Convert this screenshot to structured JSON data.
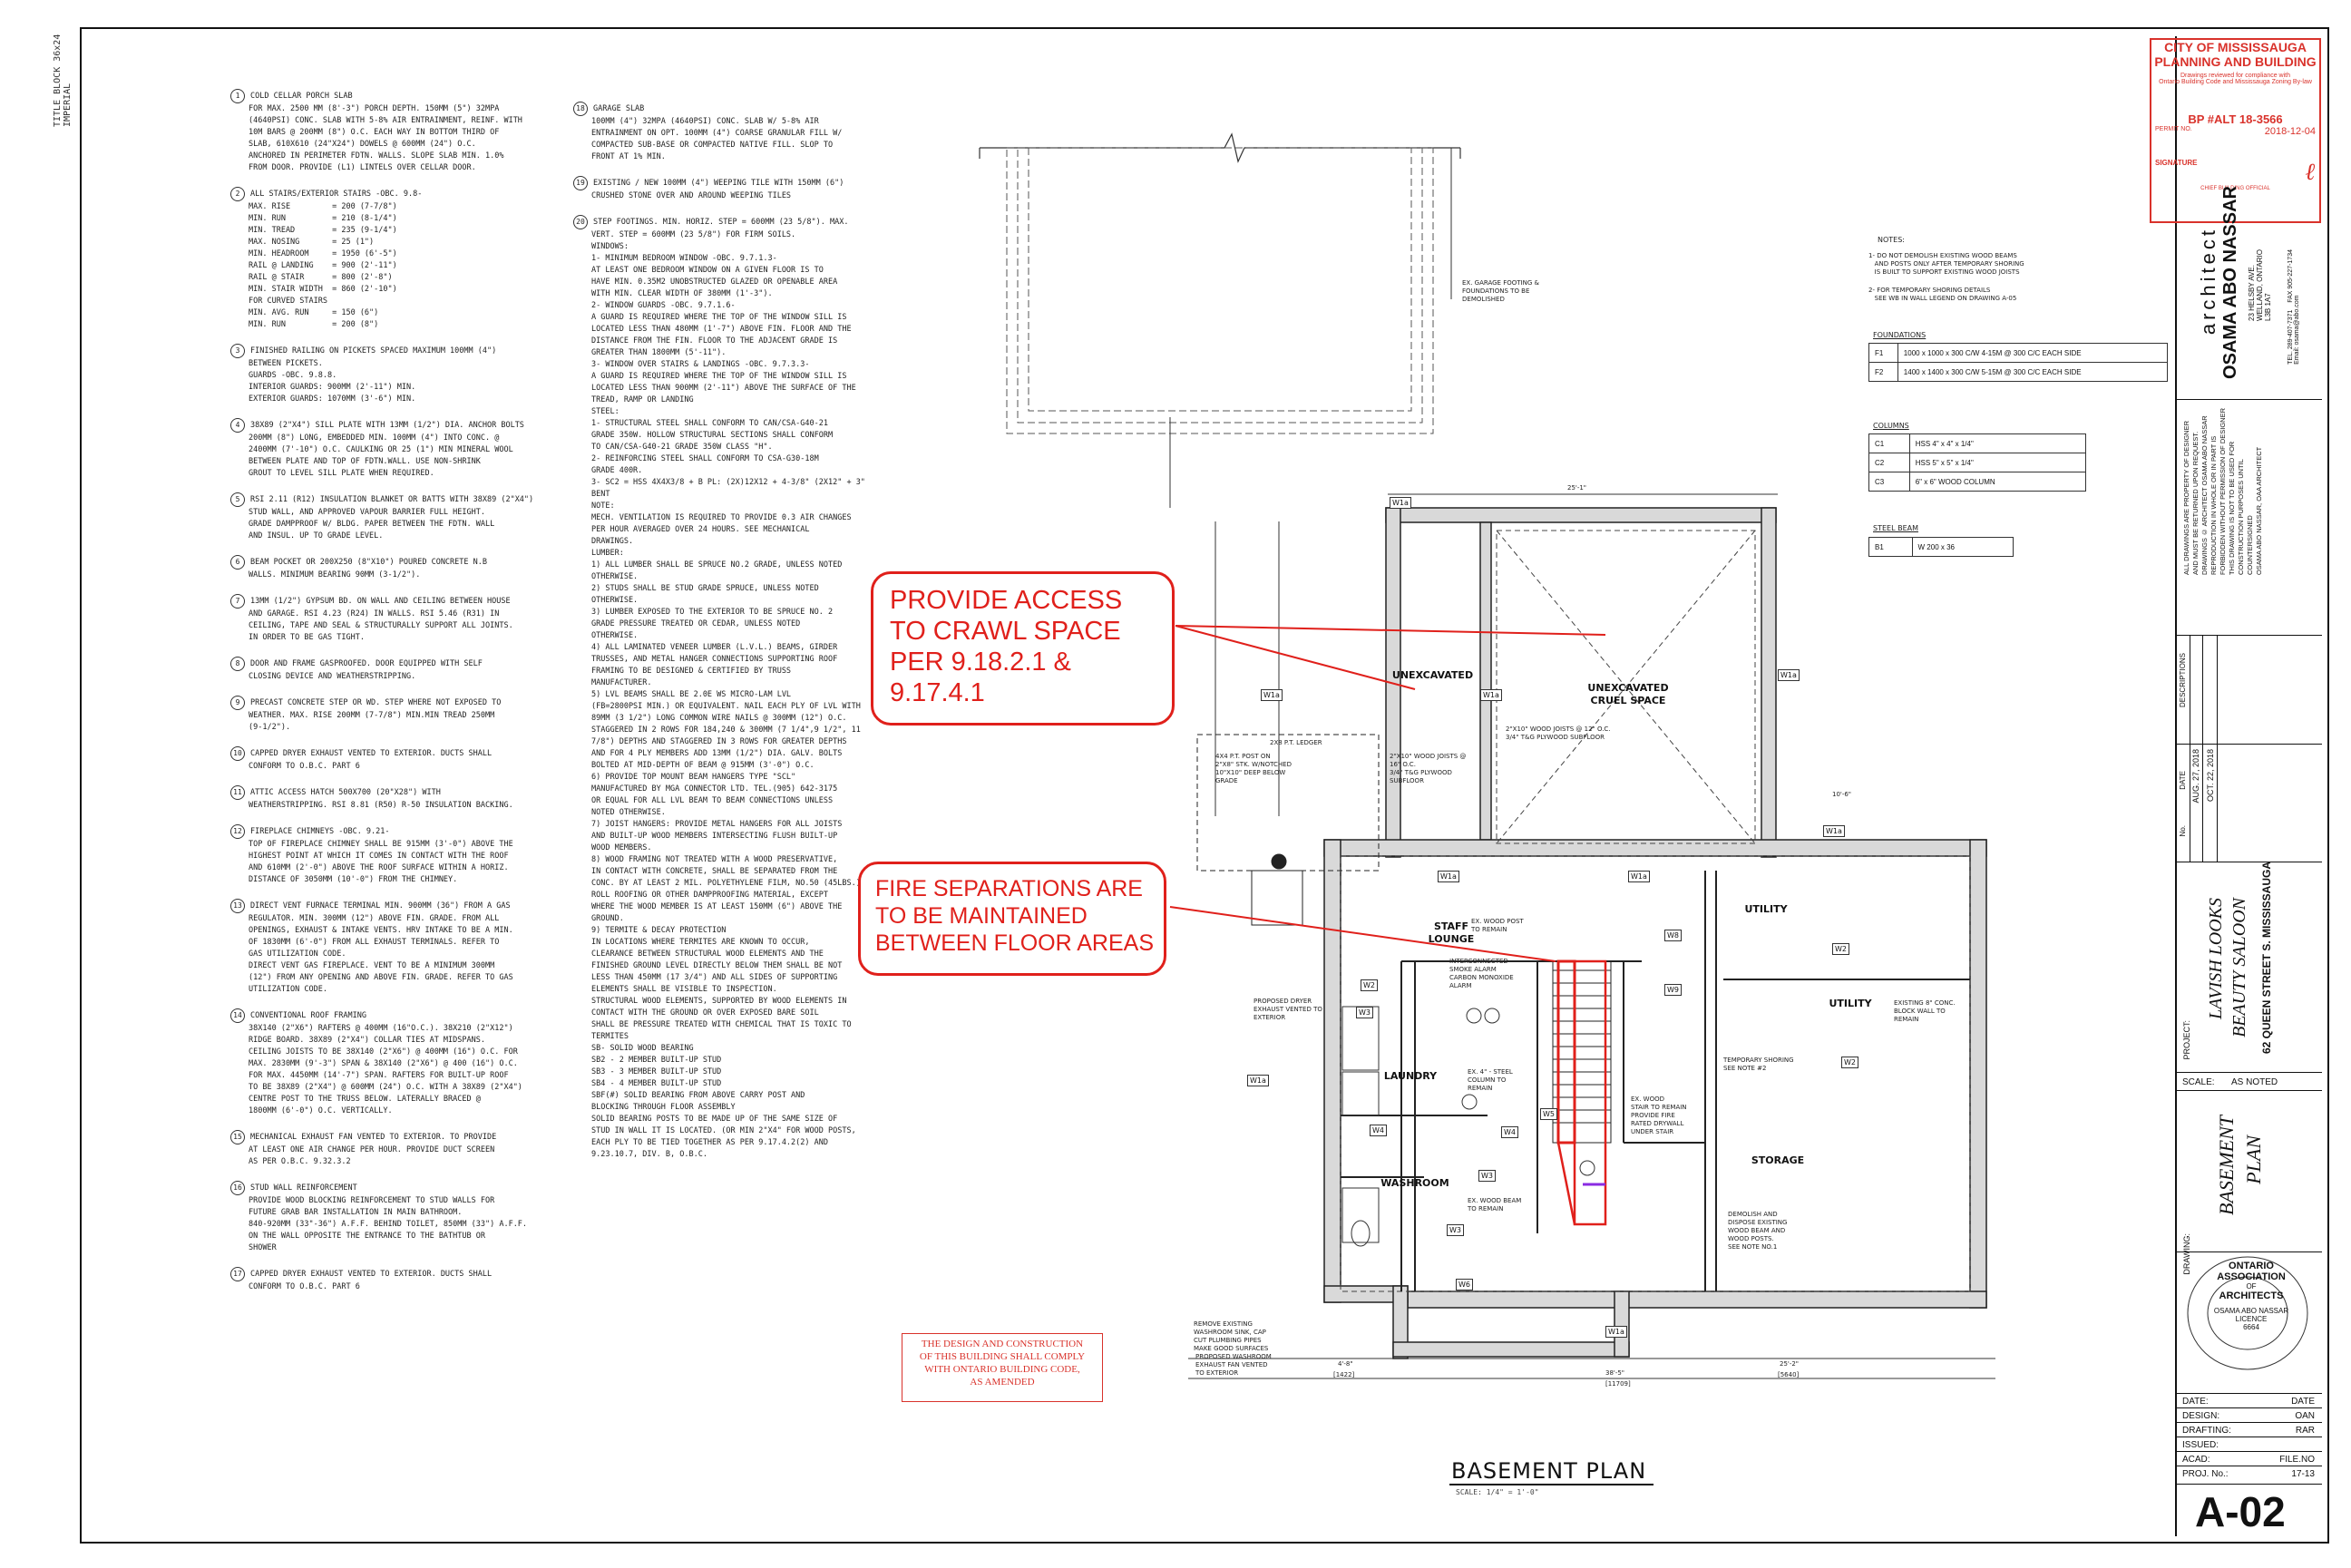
{
  "side_strip": "TITLE BLOCK 36x24 IMPERIAL",
  "notes_col1": [
    {
      "n": "1",
      "lines": [
        "COLD CELLAR PORCH SLAB",
        "FOR MAX. 2500 MM (8'-3\") PORCH DEPTH. 150MM (5\") 32MPA",
        "(4640PSI) CONC. SLAB WITH 5-8% AIR ENTRAINMENT, REINF. WITH",
        "10M BARS @ 200MM (8\") O.C. EACH WAY IN BOTTOM THIRD OF",
        "SLAB, 610X610 (24\"X24\") DOWELS @ 600MM (24\") O.C.",
        "ANCHORED IN PERIMETER FDTN. WALLS. SLOPE SLAB MIN. 1.0%",
        "FROM DOOR. PROVIDE (L1) LINTELS OVER CELLAR DOOR."
      ]
    },
    {
      "n": "2",
      "lines": [
        "ALL STAIRS/EXTERIOR STAIRS -OBC. 9.8-",
        "MAX. RISE         = 200 (7-7/8\")",
        "MIN. RUN          = 210 (8-1/4\")",
        "MIN. TREAD        = 235 (9-1/4\")",
        "MAX. NOSING       = 25 (1\")",
        "MIN. HEADROOM     = 1950 (6'-5\")",
        "RAIL @ LANDING    = 900 (2'-11\")",
        "RAIL @ STAIR      = 800 (2'-8\")",
        "MIN. STAIR WIDTH  = 860 (2'-10\")",
        "",
        "FOR CURVED STAIRS",
        "MIN. AVG. RUN     = 150 (6\")",
        "MIN. RUN          = 200 (8\")"
      ]
    },
    {
      "n": "3",
      "lines": [
        "FINISHED RAILING ON PICKETS SPACED MAXIMUM 100MM (4\")",
        "BETWEEN PICKETS.",
        "GUARDS -OBC. 9.8.8.",
        "INTERIOR GUARDS: 900MM (2'-11\") MIN.",
        "EXTERIOR GUARDS: 1070MM (3'-6\") MIN."
      ]
    },
    {
      "n": "4",
      "lines": [
        "38X89 (2\"X4\") SILL PLATE WITH 13MM (1/2\") DIA. ANCHOR BOLTS",
        "200MM (8\") LONG, EMBEDDED MIN. 100MM (4\") INTO CONC. @",
        "2400MM (7'-10\") O.C. CAULKING OR 25 (1\") MIN MINERAL WOOL",
        "BETWEEN PLATE AND TOP OF FDTN.WALL. USE NON-SHRINK",
        "GROUT TO LEVEL SILL PLATE WHEN REQUIRED."
      ]
    },
    {
      "n": "5",
      "lines": [
        "RSI 2.11 (R12) INSULATION BLANKET OR BATTS WITH 38X89 (2\"X4\")",
        "STUD WALL, AND APPROVED VAPOUR BARRIER FULL HEIGHT.",
        "GRADE DAMPPROOF W/ BLDG. PAPER BETWEEN THE FDTN. WALL",
        "AND INSUL. UP TO GRADE LEVEL."
      ]
    },
    {
      "n": "6",
      "lines": [
        "BEAM POCKET OR 200X250 (8\"X10\") POURED CONCRETE N.B",
        "WALLS. MINIMUM BEARING 90MM (3-1/2\")."
      ]
    },
    {
      "n": "7",
      "lines": [
        "13MM (1/2\") GYPSUM BD. ON WALL AND CEILING BETWEEN HOUSE",
        "AND GARAGE. RSI 4.23 (R24) IN WALLS. RSI 5.46 (R31) IN",
        "CEILING, TAPE AND SEAL & STRUCTURALLY SUPPORT ALL JOINTS.",
        "IN ORDER TO BE GAS TIGHT."
      ]
    },
    {
      "n": "8",
      "lines": [
        "DOOR AND FRAME GASPROOFED. DOOR EQUIPPED WITH SELF",
        "CLOSING DEVICE AND WEATHERSTRIPPING."
      ]
    },
    {
      "n": "9",
      "lines": [
        "PRECAST CONCRETE STEP OR WD. STEP WHERE NOT EXPOSED TO",
        "WEATHER. MAX. RISE 200MM (7-7/8\") MIN.MIN TREAD 250MM",
        "(9-1/2\")."
      ]
    },
    {
      "n": "10",
      "lines": [
        "CAPPED DRYER EXHAUST VENTED TO EXTERIOR. DUCTS SHALL",
        "CONFORM TO O.B.C. PART 6"
      ]
    },
    {
      "n": "11",
      "lines": [
        "ATTIC ACCESS HATCH 500X700 (20\"X28\") WITH",
        "WEATHERSTRIPPING. RSI 8.81 (R50) R-50 INSULATION BACKING."
      ]
    },
    {
      "n": "12",
      "lines": [
        "FIREPLACE CHIMNEYS -OBC. 9.21-",
        "TOP OF FIREPLACE CHIMNEY SHALL BE 915MM (3'-0\") ABOVE THE",
        "HIGHEST POINT AT WHICH IT COMES IN CONTACT WITH THE ROOF",
        "AND 610MM (2'-0\") ABOVE THE ROOF SURFACE WITHIN A HORIZ.",
        "DISTANCE OF 3050MM (10'-0\") FROM THE CHIMNEY."
      ]
    },
    {
      "n": "13",
      "lines": [
        "DIRECT VENT FURNACE TERMINAL MIN. 900MM (36\") FROM A GAS",
        "REGULATOR. MIN. 300MM (12\") ABOVE FIN. GRADE. FROM ALL",
        "OPENINGS, EXHAUST & INTAKE VENTS. HRV INTAKE TO BE A MIN.",
        "OF 1830MM (6'-0\") FROM ALL EXHAUST TERMINALS. REFER TO",
        "GAS UTILIZATION CODE.",
        "",
        "DIRECT VENT GAS FIREPLACE. VENT TO BE A MINIMUM 300MM",
        "(12\") FROM ANY OPENING AND ABOVE FIN. GRADE. REFER TO GAS",
        "UTILIZATION CODE."
      ]
    },
    {
      "n": "14",
      "lines": [
        "CONVENTIONAL ROOF FRAMING",
        "38X140 (2\"X6\") RAFTERS @ 400MM (16\"O.C.). 38X210 (2\"X12\")",
        "RIDGE BOARD. 38X89 (2\"X4\") COLLAR TIES AT MIDSPANS.",
        "CEILING JOISTS TO BE 38X140 (2\"X6\") @ 400MM (16\") O.C. FOR",
        "MAX. 2830MM (9'-3\") SPAN & 38X140 (2\"X6\") @ 400 (16\") O.C.",
        "FOR MAX. 4450MM (14'-7\") SPAN. RAFTERS FOR BUILT-UP ROOF",
        "TO BE 38X89 (2\"X4\") @ 600MM (24\") O.C. WITH A 38X89 (2\"X4\")",
        "CENTRE POST TO THE TRUSS BELOW. LATERALLY BRACED @",
        "1800MM (6'-0\") O.C. VERTICALLY."
      ]
    },
    {
      "n": "15",
      "lines": [
        "MECHANICAL EXHAUST FAN VENTED TO EXTERIOR. TO PROVIDE",
        "AT LEAST ONE AIR CHANGE PER HOUR. PROVIDE DUCT SCREEN",
        "AS PER O.B.C. 9.32.3.2"
      ]
    },
    {
      "n": "16",
      "lines": [
        "STUD WALL REINFORCEMENT",
        "PROVIDE WOOD BLOCKING REINFORCEMENT TO STUD WALLS FOR",
        "FUTURE GRAB BAR INSTALLATION IN MAIN BATHROOM.",
        "840-920MM (33\"-36\") A.F.F. BEHIND TOILET, 850MM (33\") A.F.F.",
        "ON THE WALL OPPOSITE THE ENTRANCE TO THE BATHTUB OR",
        "SHOWER"
      ]
    },
    {
      "n": "17",
      "lines": [
        "CAPPED DRYER EXHAUST VENTED TO EXTERIOR. DUCTS SHALL",
        "CONFORM TO O.B.C. PART 6"
      ]
    }
  ],
  "notes_col2": [
    {
      "n": "18",
      "lines": [
        "GARAGE SLAB",
        "100MM (4\") 32MPA (4640PSI) CONC. SLAB W/ 5-8% AIR",
        "ENTRAINMENT ON OPT. 100MM (4\") COARSE GRANULAR FILL W/",
        "COMPACTED SUB-BASE OR COMPACTED NATIVE FILL. SLOP TO",
        "FRONT AT 1% MIN."
      ]
    },
    {
      "n": "19",
      "lines": [
        "EXISTING / NEW 100MM (4\") WEEPING TILE WITH 150MM (6\")",
        "CRUSHED STONE OVER AND AROUND WEEPING TILES"
      ]
    },
    {
      "n": "20",
      "lines": [
        "STEP FOOTINGS. MIN. HORIZ. STEP = 600MM (23 5/8\"). MAX.",
        "VERT. STEP = 600MM (23 5/8\") FOR FIRM SOILS.",
        "",
        "WINDOWS:",
        "",
        "1- MINIMUM BEDROOM WINDOW -OBC. 9.7.1.3-",
        "AT LEAST ONE BEDROOM WINDOW ON A GIVEN FLOOR IS TO",
        "HAVE MIN. 0.35M2 UNOBSTRUCTED GLAZED OR OPENABLE AREA",
        "WITH MIN. CLEAR WIDTH OF 380MM (1'-3\").",
        "",
        "2- WINDOW GUARDS -OBC. 9.7.1.6-",
        "A GUARD IS REQUIRED WHERE THE TOP OF THE WINDOW SILL IS",
        "LOCATED LESS THAN 480MM (1'-7\") ABOVE FIN. FLOOR AND THE",
        "DISTANCE FROM THE FIN. FLOOR TO THE ADJACENT GRADE IS",
        "GREATER THAN 1800MM (5'-11\").",
        "",
        "3- WINDOW OVER STAIRS & LANDINGS -OBC. 9.7.3.3-",
        "A GUARD IS REQUIRED WHERE THE TOP OF THE WINDOW SILL IS",
        "LOCATED LESS THAN 900MM (2'-11\") ABOVE THE SURFACE OF THE",
        "TREAD, RAMP OR LANDING",
        "",
        "STEEL:",
        "1- STRUCTURAL STEEL SHALL CONFORM TO CAN/CSA-G40-21",
        "GRADE 350W. HOLLOW STRUCTURAL SECTIONS SHALL CONFORM",
        "TO CAN/CSA-G40-21 GRADE 350W CLASS \"H\".",
        "2- REINFORCING STEEL SHALL CONFORM TO CSA-G30-18M",
        "GRADE 400R.",
        "3- SC2 = HSS 4X4X3/8 + B PL: (2X)12X12 + 4-3/8\" (2X12\" + 3\"",
        "BENT",
        "",
        "NOTE:",
        "MECH. VENTILATION IS REQUIRED TO PROVIDE 0.3 AIR CHANGES",
        "PER HOUR AVERAGED OVER 24 HOURS. SEE MECHANICAL",
        "DRAWINGS.",
        "",
        "LUMBER:",
        "1) ALL LUMBER SHALL BE SPRUCE NO.2 GRADE, UNLESS NOTED",
        "OTHERWISE.",
        "",
        "2) STUDS SHALL BE STUD GRADE SPRUCE, UNLESS NOTED",
        "OTHERWISE.",
        "",
        "3) LUMBER EXPOSED TO THE EXTERIOR TO BE SPRUCE NO. 2",
        "GRADE PRESSURE TREATED OR CEDAR, UNLESS NOTED",
        "OTHERWISE.",
        "",
        "4) ALL LAMINATED VENEER LUMBER (L.V.L.) BEAMS, GIRDER",
        "TRUSSES, AND METAL HANGER CONNECTIONS SUPPORTING ROOF",
        "FRAMING TO BE DESIGNED & CERTIFIED BY TRUSS",
        "MANUFACTURER.",
        "",
        "5) LVL BEAMS SHALL BE 2.0E WS MICRO-LAM LVL",
        "(FB=2800PSI MIN.) OR EQUIVALENT. NAIL EACH PLY OF LVL WITH",
        "89MM (3 1/2\") LONG COMMON WIRE NAILS @ 300MM (12\") O.C.",
        "STAGGERED IN 2 ROWS FOR 184,240 & 300MM (7 1/4\",9 1/2\", 11",
        "7/8\") DEPTHS AND STAGGERED IN 3 ROWS FOR GREATER DEPTHS",
        "AND FOR 4 PLY MEMBERS ADD 13MM (1/2\") DIA. GALV. BOLTS",
        "BOLTED AT MID-DEPTH OF BEAM @ 915MM (3'-0\") O.C.",
        "",
        "6) PROVIDE TOP MOUNT BEAM HANGERS TYPE \"SCL\"",
        "MANUFACTURED BY MGA CONNECTOR LTD. TEL.(905) 642-3175",
        "OR EQUAL FOR ALL LVL BEAM TO BEAM CONNECTIONS UNLESS",
        "NOTED OTHERWISE.",
        "",
        "7) JOIST HANGERS: PROVIDE METAL HANGERS FOR ALL JOISTS",
        "AND BUILT-UP WOOD MEMBERS INTERSECTING FLUSH BUILT-UP",
        "WOOD MEMBERS.",
        "",
        "8) WOOD FRAMING NOT TREATED WITH A WOOD PRESERVATIVE,",
        "IN CONTACT WITH CONCRETE, SHALL BE SEPARATED FROM THE",
        "CONC. BY AT LEAST 2 MIL. POLYETHYLENE FILM, NO.50 (45LBS.)",
        "ROLL ROOFING OR OTHER DAMPPROOFING MATERIAL, EXCEPT",
        "WHERE THE WOOD MEMBER IS AT LEAST 150MM (6\") ABOVE THE",
        "GROUND.",
        "",
        "9) TERMITE & DECAY PROTECTION",
        "IN LOCATIONS WHERE TERMITES ARE KNOWN TO OCCUR,",
        "CLEARANCE BETWEEN STRUCTURAL WOOD ELEMENTS AND THE",
        "FINISHED GROUND LEVEL DIRECTLY BELOW THEM SHALL BE NOT",
        "LESS THAN 450MM (17 3/4\") AND ALL SIDES OF SUPPORTING",
        "ELEMENTS SHALL BE VISIBLE TO INSPECTION.",
        "",
        "STRUCTURAL WOOD ELEMENTS, SUPPORTED BY WOOD ELEMENTS IN",
        "CONTACT WITH THE GROUND OR OVER EXPOSED BARE SOIL",
        "SHALL BE PRESSURE TREATED WITH CHEMICAL THAT IS TOXIC TO",
        "TERMITES",
        "",
        "SB- SOLID WOOD BEARING",
        "",
        "SB2 - 2 MEMBER BUILT-UP STUD",
        "SB3 - 3 MEMBER BUILT-UP STUD",
        "SB4 - 4 MEMBER BUILT-UP STUD",
        "SBF(#) SOLID BEARING FROM ABOVE CARRY POST AND",
        "BLOCKING THROUGH FLOOR ASSEMBLY",
        "",
        "SOLID BEARING POSTS TO BE MADE UP OF THE SAME SIZE OF",
        "STUD IN WALL IT IS LOCATED. (OR MIN 2\"X4\" FOR WOOD POSTS,",
        "EACH PLY TO BE TIED TOGETHER AS PER 9.17.4.2(2) AND",
        "9.23.10.7, DIV. B, O.B.C."
      ]
    }
  ],
  "callouts": {
    "crawl": "PROVIDE ACCESS\nTO CRAWL SPACE\nPER 9.18.2.1 &\n9.17.4.1",
    "fire": "FIRE SEPARATIONS ARE\nTO BE MAINTAINED\nBETWEEN FLOOR AREAS"
  },
  "code_note": "THE DESIGN AND CONSTRUCTION\nOF THIS BUILDING SHALL COMPLY\nWITH ONTARIO BUILDING CODE,\nAS AMENDED",
  "plan_title": "BASEMENT PLAN",
  "plan_scale": "SCALE: 1/4\" = 1'-0\"",
  "rooms": {
    "unexcavated": "UNEXCAVATED",
    "crawl": "UNEXCAVATED\nCRUEL SPACE",
    "staff_lounge": "STAFF\nLOUNGE",
    "utility_top": "UTILITY",
    "utility_right": "UTILITY",
    "laundry": "LAUNDRY",
    "washroom": "WASHROOM",
    "storage": "STORAGE"
  },
  "plan_notes": {
    "garage_footing": "EX. GARAGE FOOTING &\nFOUNDATIONS TO BE\nDEMOLISHED",
    "joists_crawl": "2\"X10\" WOOD JOISTS @ 12\" O.C.\n3/4\" T&G PLYWOOD SUBFLOOR",
    "joists_unexc": "2\"X10\" WOOD JOISTS @\n16\" O.C.\n3/4\" T&G PLYWOOD\nSUBFLOOR",
    "ledger": "2x8 P.T. LEDGER",
    "post": "4X4 P.T. POST ON\n2\"X8\" STK. W/NOTCHED\n10\"X10\" DEEP BELOW\nGRADE",
    "smoke": "INTERCONNECTED\nSMOKE ALARM\nCARBON MONOXIDE\nALARM",
    "wood_post": "EX. WOOD POST\nTO REMAIN",
    "steel_col": "EX. 4\" - STEEL\nCOLUMN TO\nREMAIN",
    "wood_beam": "EX. WOOD BEAM\nTO REMAIN",
    "existing_wall": "EXISTING 8\" CONC.\nBLOCK WALL TO\nREMAIN",
    "temp_shoring": "TEMPORARY SHORING\nSEE NOTE #2",
    "wood_stair": "EX. WOOD\nSTAIR TO REMAIN\nPROVIDE FIRE\nRATED DRYWALL\nUNDER STAIR",
    "demolish": "DEMOLISH AND\nDISPOSE EXISTING\nWOOD BEAM AND\nWOOD POSTS.\nSEE NOTE NO.1",
    "dryer": "PROPOSED DRYER\nEXHAUST VENTED TO\nEXTERIOR",
    "washroom_sink": "REMOVE EXISTING\nWASHROOM SINK, CAP\nCUT PLUMBING PIPES\nMAKE GOOD SURFACES",
    "exhaust": "PROPOSED WASHROOM\nEXHAUST FAN VENTED\nTO EXTERIOR"
  },
  "dims": {
    "top_overall": "25'-1\"",
    "bottom_overall": "38'-5\"",
    "b1": "4'-8\"",
    "b2": "[1422]",
    "b3": "10'-6\"",
    "b4": "25'-2\"",
    "b5": "[5640]",
    "b6": "[11709]"
  },
  "tags": [
    "W1a",
    "W1a",
    "W1a",
    "W1a",
    "W1a",
    "W1a",
    "W1a",
    "W1a",
    "W1a",
    "W2",
    "W3",
    "W3",
    "W3",
    "W4",
    "W4",
    "W5",
    "W6",
    "W2",
    "W8",
    "W9",
    "W2"
  ],
  "notes_box": {
    "title": "NOTES:",
    "n1": "1- DO NOT DEMOLISH EXISTING WOOD BEAMS\n   AND POSTS ONLY AFTER TEMPORARY SHORING\n   IS BUILT TO SUPPORT EXISTING WOOD JOISTS",
    "n2": "2- FOR TEMPORARY SHORING DETAILS\n   SEE WB IN WALL LEGEND ON DRAWING A-05"
  },
  "foundations": {
    "title": "FOUNDATIONS",
    "rows": [
      [
        "F1",
        "1000 x 1000 x 300 C/W 4-15M @ 300 C/C EACH SIDE"
      ],
      [
        "F2",
        "1400 x 1400 x 300 C/W 5-15M @ 300 C/C EACH SIDE"
      ]
    ]
  },
  "columns": {
    "title": "COLUMNS",
    "rows": [
      [
        "C1",
        "HSS 4\" x 4\" x 1/4\""
      ],
      [
        "C2",
        "HSS 5\" x 5\" x 1/4\""
      ],
      [
        "C3",
        "6\" x 6\" WOOD COLUMN"
      ]
    ]
  },
  "steel_beam": {
    "title": "STEEL BEAM",
    "rows": [
      [
        "B1",
        "W 200 x 36"
      ]
    ]
  },
  "city_stamp": {
    "line1": "CITY OF MISSISSAUGA",
    "line2": "PLANNING AND BUILDING",
    "line3": "Drawings reviewed for compliance with",
    "line4": "Ontario Building Code and Mississauga Zoning By-law",
    "bp_label": "BP #ALT 18-3566",
    "permit_label": "PERMIT NO.",
    "permit_no": "2018-12-04",
    "signature_label": "SIGNATURE",
    "official": "CHIEF BUILDING OFFICIAL"
  },
  "architect": {
    "word": "architect",
    "name": "OSAMA ABO NASSAR",
    "address": "23 HELSBY AVE.\nWELLAND, ONTARIO\nL3B 1A7",
    "phone": "TEL. 289-407-7371    FAX 905-227-1734\nEmail: osama@abo.com"
  },
  "copyright": "ALL DRAWINGS ARE PROPERTY OF DESIGNER\nAND MUST BE RETURNED UPON REQUEST.\nDRAWINGS © ARCHITECT OSAMA ABO NASSAR\nREPRODUCTION IN WHOLE OR IN PART IS\nFORBIDDEN WITHOUT PERMISSION OF DESIGNER\nTHIS DRAWING IS NOT TO BE USED FOR\nCONSTRUCTION PURPOSES UNTIL\nCOUNTERSIGNED\nOSAMA ABO NASSAR, OAA ARCHITECT",
  "revisions": {
    "no_header": "No.",
    "date_header": "DATE",
    "desc_header": "DESCRIPTIONS",
    "row1_date": "AUG. 27, 2018",
    "row2_date": "OCT. 22, 2018"
  },
  "project": {
    "label": "PROJECT:",
    "name1": "LAVISH LOOKS",
    "name2": "BEAUTY SALOON",
    "address": "62 QUEEN STREET S. MISSISSAUGA"
  },
  "scale": {
    "label": "SCALE:",
    "value": "AS NOTED"
  },
  "drawing": {
    "label": "DRAWING:",
    "name1": "BASEMENT",
    "name2": "PLAN"
  },
  "oaa_seal": {
    "ring": "ONTARIO ASSOCIATION",
    "of": "OF",
    "architects": "ARCHITECTS",
    "name": "OSAMA ABO NASSAR",
    "licence": "LICENCE",
    "number": "6664"
  },
  "info_rows": [
    {
      "label": "DATE:",
      "value": "DATE"
    },
    {
      "label": "DESIGN:",
      "value": "OAN"
    },
    {
      "label": "DRAFTING:",
      "value": "RAR"
    },
    {
      "label": "ISSUED:",
      "value": ""
    },
    {
      "label": "ACAD:",
      "value": "FILE.NO"
    },
    {
      "label": "PROJ. No.:",
      "value": "17-13"
    }
  ],
  "sheet": "A-02",
  "colors": {
    "red": "#e0201b",
    "line": "#111111",
    "wall_fill": "#d9d9d9"
  }
}
